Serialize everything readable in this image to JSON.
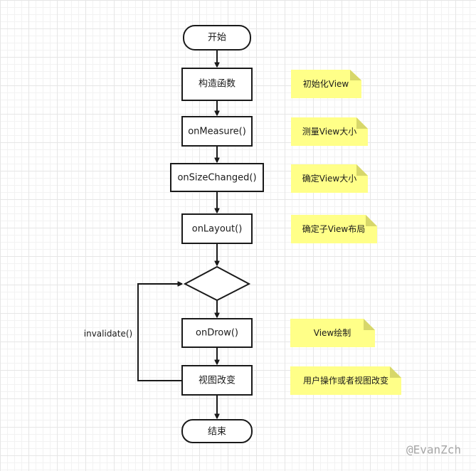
{
  "diagram": {
    "nodes": {
      "start": "开始",
      "constructor": "构造函数",
      "on_measure": "onMeasure()",
      "on_size_changed": "onSizeChanged()",
      "on_layout": "onLayout()",
      "decision": "",
      "on_drow": "onDrow()",
      "view_change": "视图改变",
      "end": "结束"
    },
    "notes": {
      "init_view": "初始化View",
      "measure_view_size": "测量View大小",
      "determine_view_size": "确定View大小",
      "determine_child_layout": "确定子View布局",
      "view_draw": "View绘制",
      "user_action": "用户操作或者视图改变"
    },
    "edge_labels": {
      "invalidate": "invalidate()"
    }
  },
  "watermark": "@EvanZch",
  "colors": {
    "note_fill": "#ffff88",
    "note_fold": "#d7d76a",
    "stroke": "#1a1a1a",
    "watermark": "#a6a6a6"
  }
}
